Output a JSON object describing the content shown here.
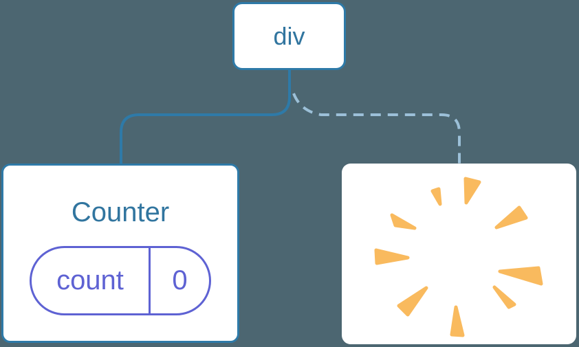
{
  "theme": {
    "background": "#4c6671",
    "card_bg": "#ffffff",
    "node_border": "#2e7aa8",
    "node_text": "#31759f",
    "connector_solid": "#2e7aa8",
    "connector_dashed": "#9cc0d8",
    "state_accent": "#5e62d3",
    "poof_orange": "#f9ba5e"
  },
  "diagram": {
    "root": {
      "label": "div"
    },
    "counter": {
      "title": "Counter",
      "state": {
        "key": "count",
        "value": "0"
      }
    },
    "poof": {
      "icon": "poof-explosion-icon"
    }
  }
}
